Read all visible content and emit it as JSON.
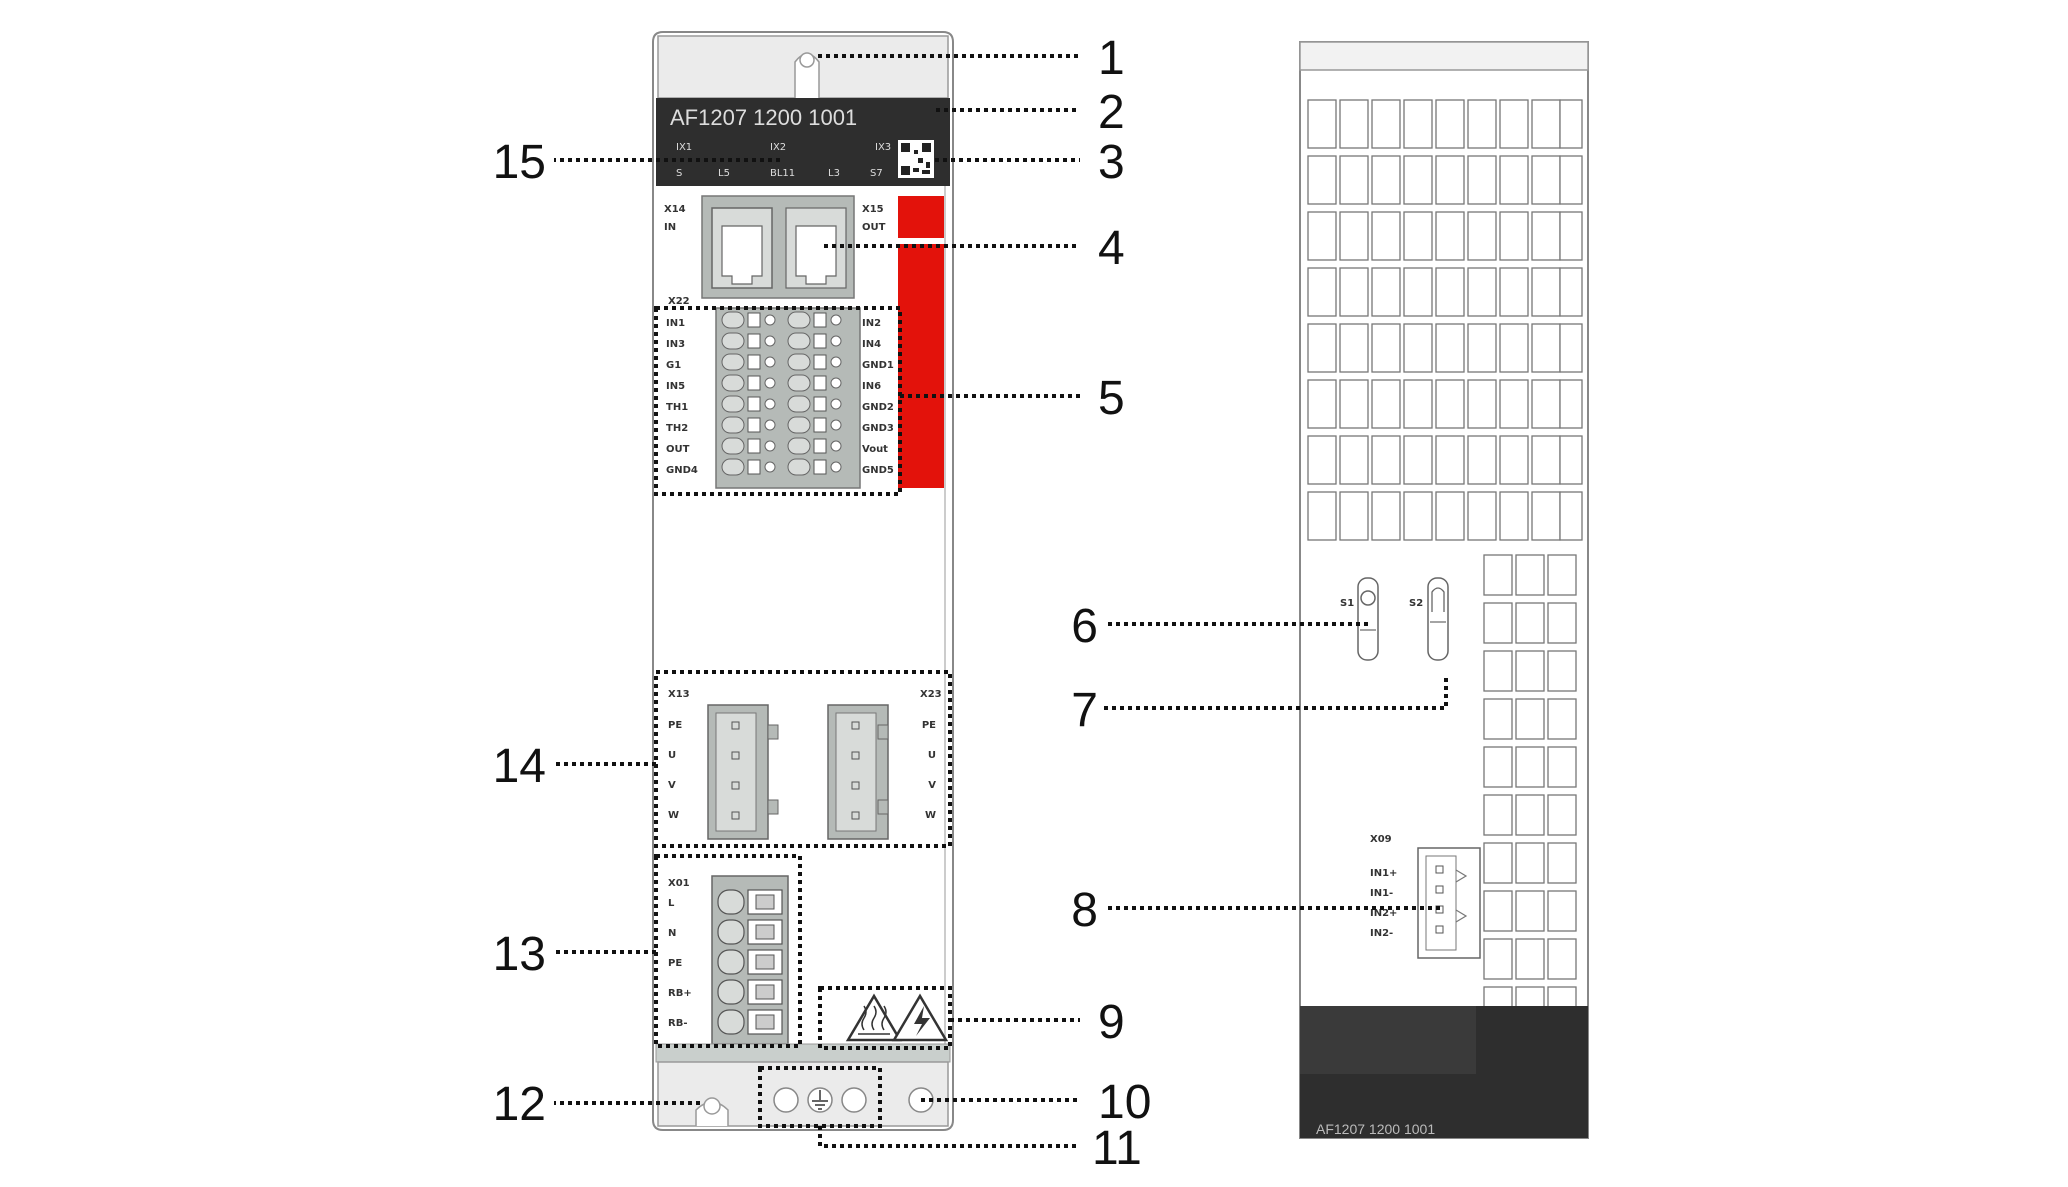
{
  "colors": {
    "device_body": "#ffffff",
    "device_outline": "#888888",
    "light_grey": "#e4e4e4",
    "connector_grey": "#b5bab7",
    "label_band": "#2e2e2e",
    "accent_red": "#e3120b",
    "dot_line": "#111111"
  },
  "front": {
    "model_label": "AF1207 1200 1001",
    "led_labels_top": [
      "IX1",
      "IX2",
      "IX3"
    ],
    "led_labels_bottom": [
      "S",
      "L5",
      "BL11",
      "L3",
      "S7"
    ],
    "ethercat_in": {
      "id": "X14",
      "dir": "IN"
    },
    "ethercat_out": {
      "id": "X15",
      "dir": "OUT"
    },
    "io_connector_id": "X22",
    "io_left": [
      "IN1",
      "IN3",
      "G1",
      "IN5",
      "TH1",
      "TH2",
      "OUT",
      "GND4"
    ],
    "io_right": [
      "IN2",
      "IN4",
      "GND1",
      "IN6",
      "GND2",
      "GND3",
      "Vout",
      "GND5"
    ],
    "motor_left": {
      "id": "X13",
      "pins": [
        "PE",
        "U",
        "V",
        "W"
      ]
    },
    "motor_right": {
      "id": "X23",
      "pins": [
        "PE",
        "U",
        "V",
        "W"
      ]
    },
    "power": {
      "id": "X01",
      "pins": [
        "L",
        "N",
        "PE",
        "RB+",
        "RB-"
      ]
    }
  },
  "side": {
    "switches": [
      "S1",
      "S2"
    ],
    "encoder": {
      "id": "X09",
      "pins": [
        "IN1+",
        "IN1-",
        "IN2+",
        "IN2-"
      ]
    },
    "model_label": "AF1207 1200 1001"
  },
  "callouts": [
    {
      "id": "c1",
      "number": "1"
    },
    {
      "id": "c2",
      "number": "2"
    },
    {
      "id": "c3",
      "number": "3"
    },
    {
      "id": "c4",
      "number": "4"
    },
    {
      "id": "c5",
      "number": "5"
    },
    {
      "id": "c6",
      "number": "6"
    },
    {
      "id": "c7",
      "number": "7"
    },
    {
      "id": "c8",
      "number": "8"
    },
    {
      "id": "c9",
      "number": "9"
    },
    {
      "id": "c10",
      "number": "10"
    },
    {
      "id": "c11",
      "number": "11"
    },
    {
      "id": "c12",
      "number": "12"
    },
    {
      "id": "c13",
      "number": "13"
    },
    {
      "id": "c14",
      "number": "14"
    },
    {
      "id": "c15",
      "number": "15"
    }
  ]
}
